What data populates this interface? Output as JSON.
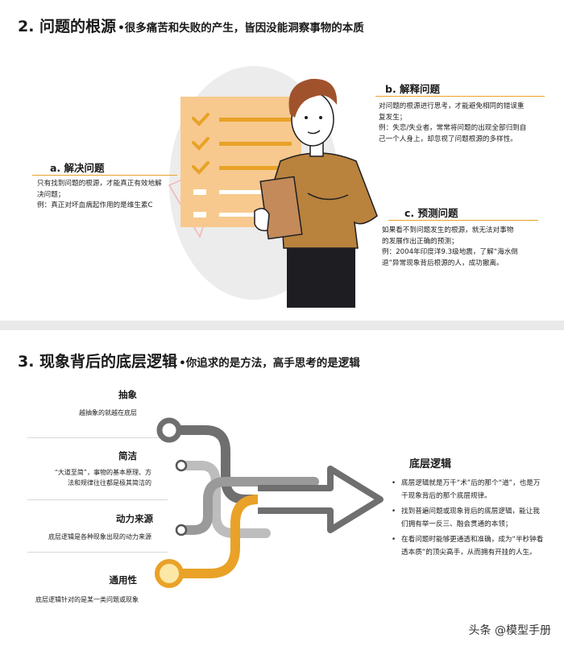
{
  "section1": {
    "heading_num": "2. 问题的根源",
    "heading_sub": "•很多痛苦和失败的产生，皆因没能洞察事物的本质",
    "card_a": {
      "title": "a. 解决问题",
      "lines": [
        "只有找到问题的根源，才能真正有效地解",
        "决问题；",
        "例：真正对坏血病起作用的是维生素C"
      ]
    },
    "card_b": {
      "title": "b. 解释问题",
      "lines": [
        "对问题的根源进行思考，才能避免相同的错误重",
        "复发生；",
        "例：失恋/失业者，常常将问题的出现全部归到自",
        "己一个人身上，却忽视了问题根源的多样性。"
      ]
    },
    "card_c": {
      "title": "c. 预测问题",
      "lines": [
        "如果看不到问题发生的根源，就无法对事物",
        "的发展作出正确的预测；",
        "例：2004年印度洋9.3级地震，了解“海水倒",
        "退”异常现象背后根源的人，成功撤离。"
      ]
    }
  },
  "section2": {
    "heading_num": "3. 现象背后的底层逻辑",
    "heading_sub": "•你追求的是方法，高手思考的是逻辑",
    "items": [
      {
        "title": "抽象",
        "desc_lines": [
          "越抽象的就越在底层"
        ]
      },
      {
        "title": "简洁",
        "desc_lines": [
          "“大道至简”，事物的基本原理、方",
          "法和规律往往都是极其简洁的"
        ]
      },
      {
        "title": "动力来源",
        "desc_lines": [
          "底层逻辑是各种现象出现的动力来源"
        ]
      },
      {
        "title": "通用性",
        "desc_lines": [
          "底层逻辑针对的是某一类问题或现象"
        ]
      }
    ],
    "logic": {
      "title": "底层逻辑",
      "points": [
        "底层逻辑就是万千“术”后的那个“道”，也是万千现象背后的那个底层规律。",
        "找到普遍问题或现象背后的底层逻辑，能让我们拥有举一反三、融会贯通的本领；",
        "在看问题时能够更通透和准确，成为“半秒钟看透本质”的顶尖高手，从而拥有开挂的人生。"
      ]
    }
  },
  "watermark": "头条 @模型手册",
  "colors": {
    "accent_orange": "#e9a227",
    "checklist_bg": "#f7c98e",
    "shirt": "#b9823d",
    "hair": "#a0522d",
    "arrow_gray": "#6f6f6f",
    "arrow_light": "#bdbdbd"
  }
}
